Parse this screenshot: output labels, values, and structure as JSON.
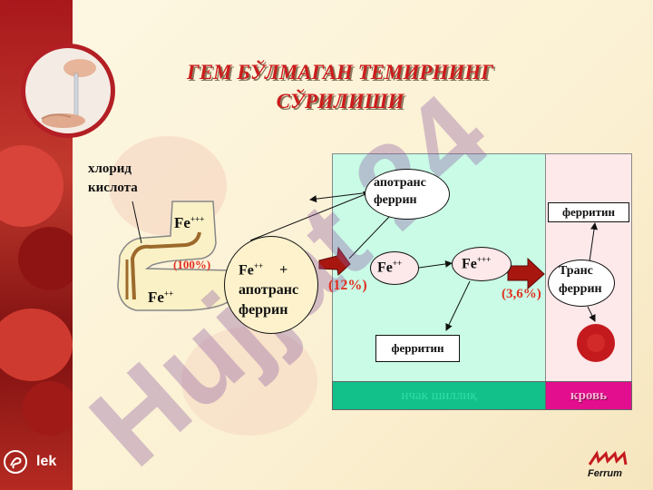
{
  "title_line1": "ГЕМ БЎЛМАГАН ТЕМИРНИНГ",
  "title_line2": "СЎРИЛИШИ",
  "watermark": "Hujjat 24",
  "stomach": {
    "acid_line1": "хлорид",
    "acid_line2": "кислота",
    "fe3": "Fe",
    "fe3_charge": "+++",
    "percent": "(100%)",
    "fe2": "Fe",
    "fe2_charge": "++"
  },
  "complex": {
    "fe": "Fe",
    "fe_charge": "++",
    "plus": "+",
    "line2": "апотранс",
    "line3": "феррин"
  },
  "intestine": {
    "apotransferrin_line1": "апотранс",
    "apotransferrin_line2": "феррин",
    "fe2": "Fe",
    "fe2_charge": "++",
    "fe3": "Fe",
    "fe3_charge": "+++",
    "percent": "(12%)",
    "ferritin": "ферритин",
    "strip_label": "ичак шиллиқ"
  },
  "blood": {
    "ferritin": "ферритин",
    "transferrin_line1": "Транс",
    "transferrin_line2": "феррин",
    "percent": "(3,6%)",
    "strip_label": "кровь"
  },
  "brand_left": "lek",
  "brand_right": "Ferrum",
  "colors": {
    "title": "#cc1c1c",
    "percent": "#e03020",
    "intestine": "#c9fbe6",
    "blood": "#fde8ea",
    "arrow": "#a8170f"
  }
}
